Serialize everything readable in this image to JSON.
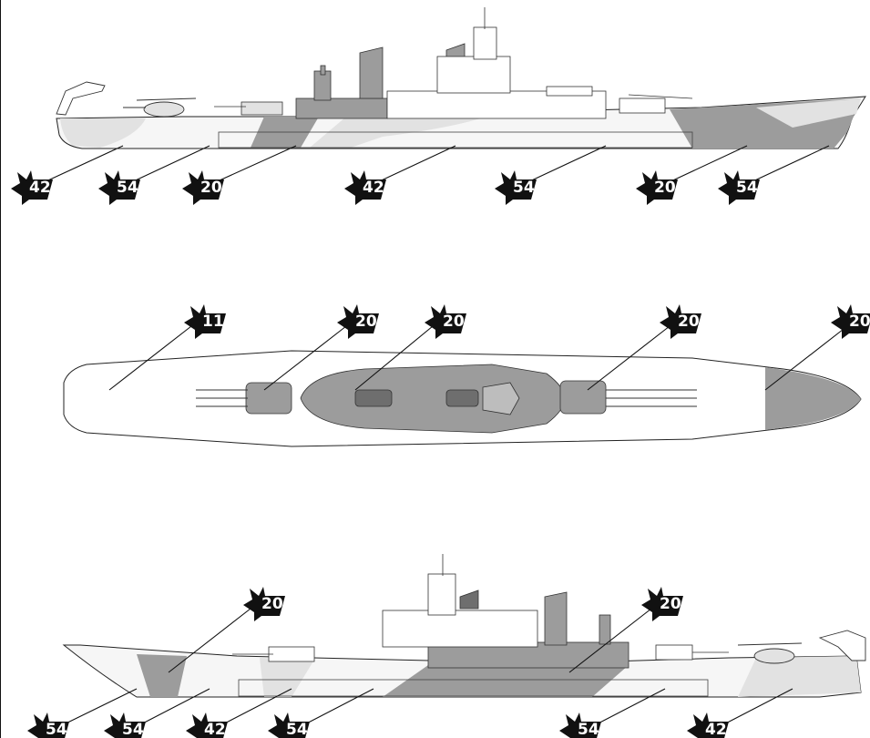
{
  "colors": {
    "c11": "#ffffff",
    "c20": "#9c9c9c",
    "c42": "#e2e2e2",
    "c54": "#f6f6f6",
    "outline": "#222222",
    "badge": "#111111"
  },
  "views": {
    "port_side": {
      "callouts": [
        {
          "code": "42"
        },
        {
          "code": "54"
        },
        {
          "code": "20"
        },
        {
          "code": "42"
        },
        {
          "code": "54"
        },
        {
          "code": "20"
        },
        {
          "code": "54"
        }
      ]
    },
    "top": {
      "callouts": [
        {
          "code": "11"
        },
        {
          "code": "20"
        },
        {
          "code": "20"
        },
        {
          "code": "20"
        },
        {
          "code": "20"
        }
      ]
    },
    "starboard_side": {
      "callouts": [
        {
          "code": "20"
        },
        {
          "code": "20"
        },
        {
          "code": "54"
        },
        {
          "code": "54"
        },
        {
          "code": "42"
        },
        {
          "code": "54"
        },
        {
          "code": "54"
        },
        {
          "code": "42"
        }
      ]
    }
  }
}
